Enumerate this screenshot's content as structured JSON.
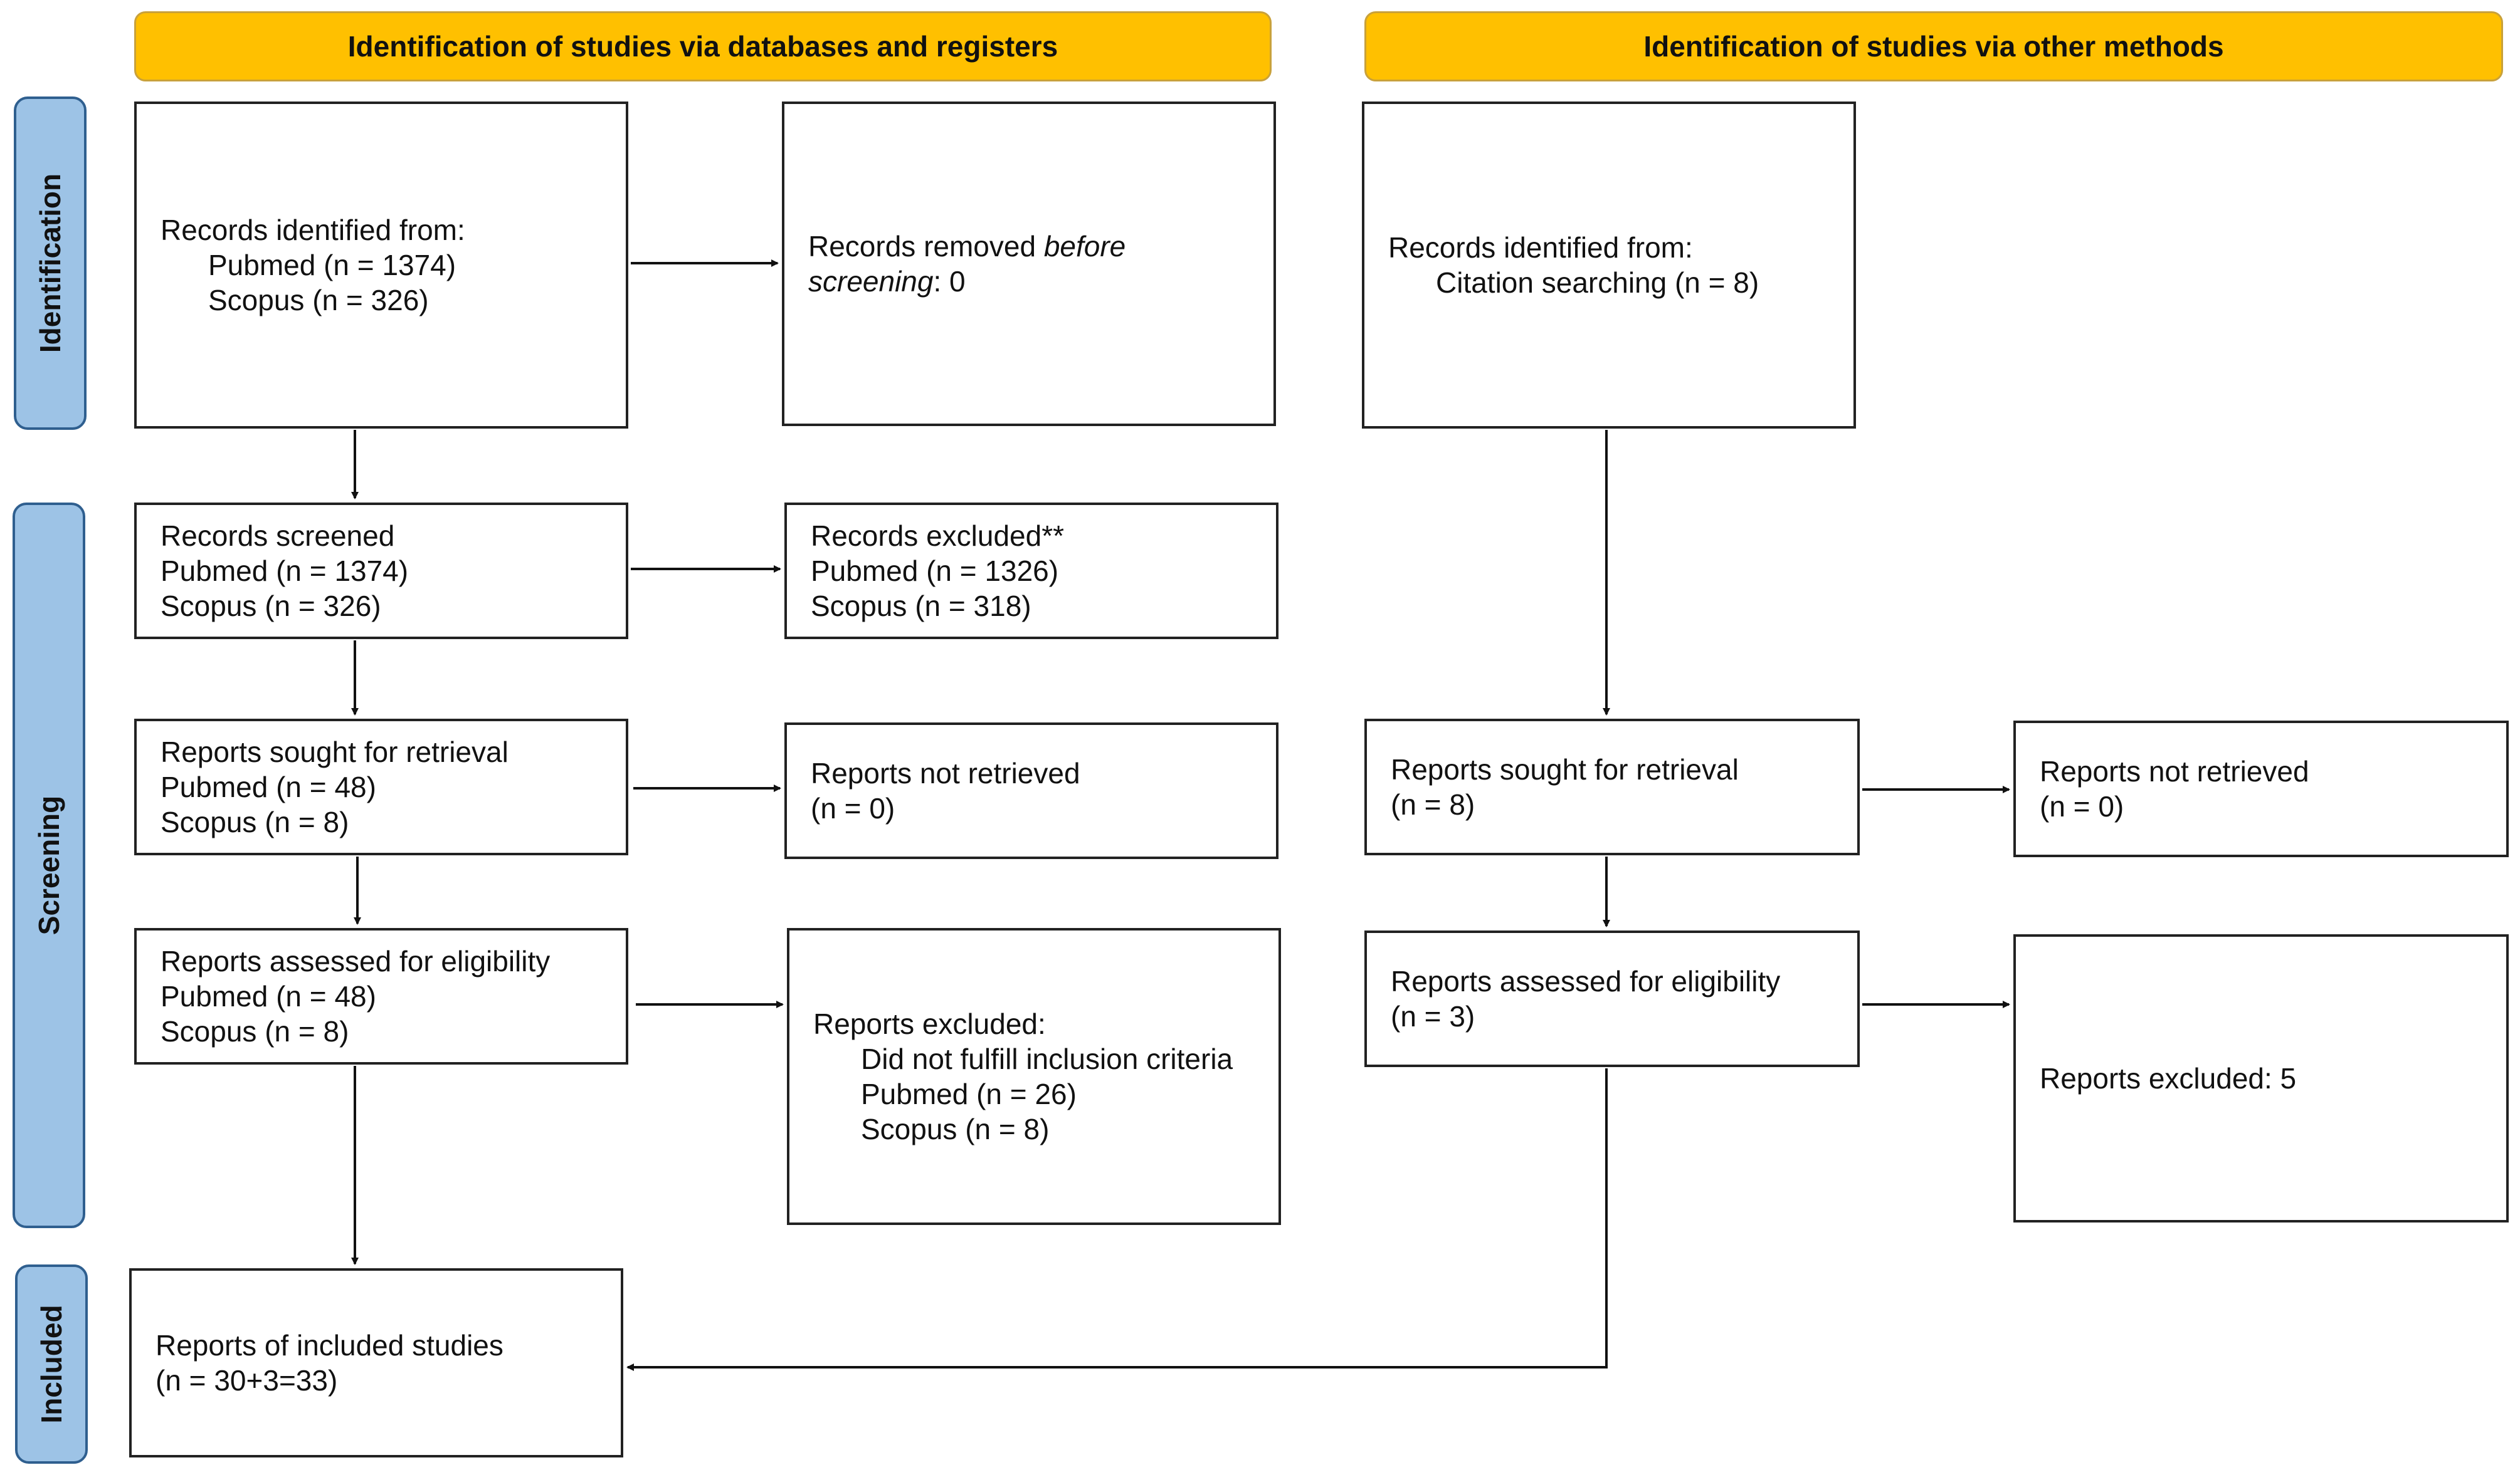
{
  "headers": {
    "left": "Identification of studies via databases and registers",
    "right": "Identification of studies via other methods"
  },
  "phases": {
    "identification": "Identification",
    "screening": "Screening",
    "included": "Included"
  },
  "boxes": {
    "records_identified_db": {
      "title": "Records identified from:",
      "line1": "Pubmed (n = 1374)",
      "line2": "Scopus (n = 326)"
    },
    "records_removed": {
      "prefix": "Records removed ",
      "emph1": "before",
      "emph2": "screening",
      "suffix": ": 0"
    },
    "records_identified_other": {
      "title": "Records identified from:",
      "line1": "Citation searching (n = 8)"
    },
    "records_screened": {
      "title": "Records screened",
      "line1": "Pubmed (n = 1374)",
      "line2": "Scopus (n = 326)"
    },
    "records_excluded": {
      "title": "Records excluded**",
      "line1": "Pubmed (n = 1326)",
      "line2": "Scopus (n = 318)"
    },
    "reports_sought_db": {
      "title": "Reports sought for retrieval",
      "line1": "Pubmed (n = 48)",
      "line2": "Scopus (n = 8)"
    },
    "reports_not_retrieved_db": {
      "title": "Reports not retrieved",
      "line1": "(n = 0)"
    },
    "reports_sought_other": {
      "title": "Reports sought for retrieval",
      "line1": "(n = 8)"
    },
    "reports_not_retrieved_other": {
      "title": "Reports not retrieved",
      "line1": "(n = 0)"
    },
    "reports_assessed_db": {
      "title": "Reports assessed for eligibility",
      "line1": "Pubmed (n = 48)",
      "line2": "Scopus (n = 8)"
    },
    "reports_excluded_db": {
      "title": "Reports excluded:",
      "line1": "Did not fulfill inclusion criteria",
      "line2": "Pubmed (n = 26)",
      "line3": "Scopus (n = 8)"
    },
    "reports_assessed_other": {
      "title": "Reports assessed for eligibility",
      "line1": "(n = 3)"
    },
    "reports_excluded_other": {
      "title": "Reports excluded: 5"
    },
    "included_studies": {
      "title": "Reports of included studies",
      "line1": "(n = 30+3=33)"
    }
  },
  "colors": {
    "header_fill": "#FFC000",
    "phase_fill": "#9DC3E6",
    "box_border": "#222222"
  }
}
